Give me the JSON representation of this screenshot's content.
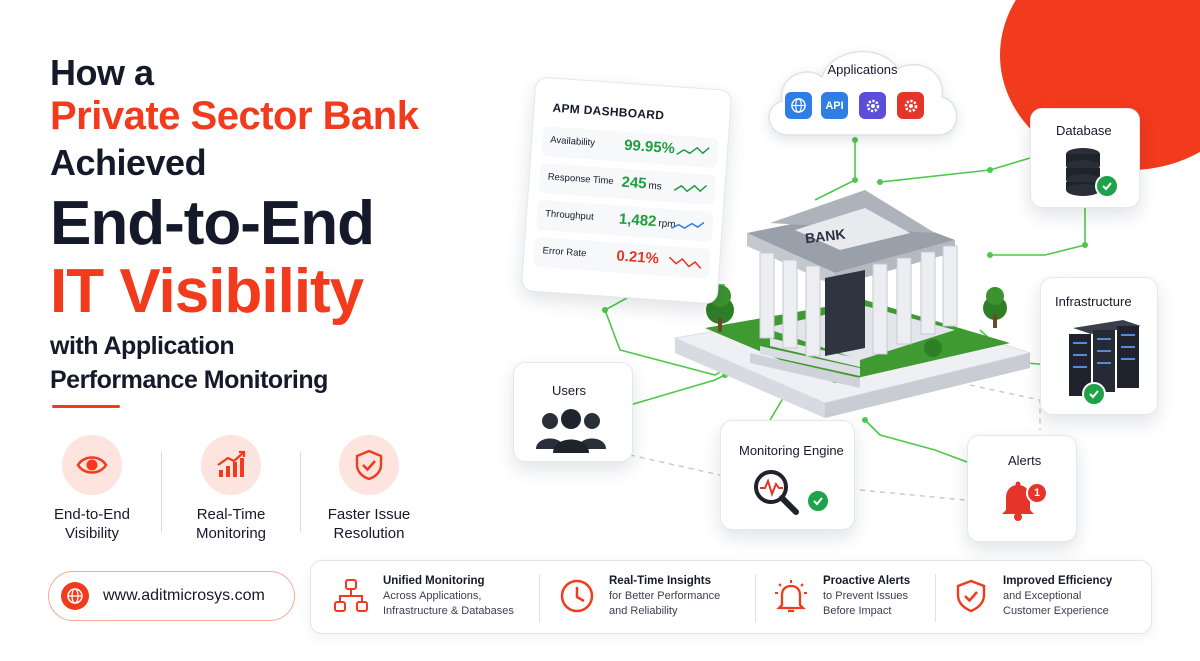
{
  "headline": {
    "line1": "How a",
    "line2": "Private Sector Bank",
    "line3": "Achieved",
    "line4": "End-to-End",
    "line5": "IT Visibility",
    "line6": "with Application",
    "line7": "Performance Monitoring"
  },
  "features": [
    {
      "icon": "eye-icon",
      "line1": "End-to-End",
      "line2": "Visibility"
    },
    {
      "icon": "growth-chart-icon",
      "line1": "Real-Time",
      "line2": "Monitoring"
    },
    {
      "icon": "shield-check-icon",
      "line1": "Faster Issue",
      "line2": "Resolution"
    }
  ],
  "website": {
    "icon": "globe-icon",
    "url": "www.aditmicrosys.com"
  },
  "benefits": [
    {
      "icon": "network-nodes-icon",
      "title": "Unified Monitoring",
      "line1": "Across Applications,",
      "line2": "Infrastructure & Databases"
    },
    {
      "icon": "clock-icon",
      "title": "Real-Time Insights",
      "line1": "for Better Performance",
      "line2": "and Reliability"
    },
    {
      "icon": "alarm-bell-icon",
      "title": "Proactive Alerts",
      "line1": "to Prevent Issues",
      "line2": "Before Impact"
    },
    {
      "icon": "shield-check-icon",
      "title": "Improved Efficiency",
      "line1": "and Exceptional",
      "line2": "Customer Experience"
    }
  ],
  "apm_dashboard": {
    "title": "APM DASHBOARD",
    "metrics": [
      {
        "label": "Availability",
        "value": "99.95%",
        "unit": "",
        "color": "#1e9e3e"
      },
      {
        "label": "Response Time",
        "value": "245",
        "unit": "ms",
        "color": "#1e9e3e"
      },
      {
        "label": "Throughput",
        "value": "1,482",
        "unit": "rpm",
        "color": "#1e9e3e"
      },
      {
        "label": "Error Rate",
        "value": "0.21%",
        "unit": "",
        "color": "#e53524"
      }
    ]
  },
  "applications": {
    "title": "Applications",
    "api_label": "API"
  },
  "bank": {
    "sign": "BANK"
  },
  "database": {
    "title": "Database"
  },
  "infrastructure": {
    "title": "Infrastructure"
  },
  "users": {
    "title": "Users"
  },
  "monitoring_engine": {
    "title": "Monitoring Engine"
  },
  "alerts": {
    "title": "Alerts",
    "badge_count": "1"
  },
  "colors": {
    "accent": "#f23a1c",
    "dark": "#151a2b",
    "success": "#1ea34a",
    "link_line": "#4cc84a"
  }
}
